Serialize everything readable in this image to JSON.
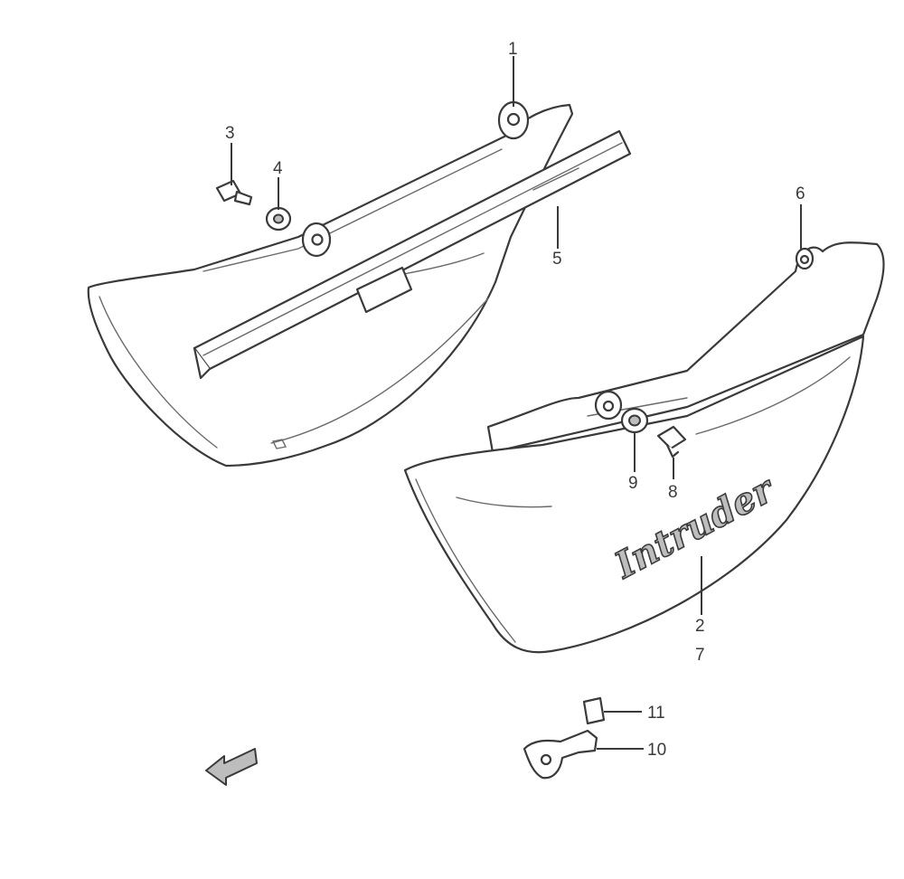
{
  "callouts": {
    "c1": "1",
    "c2": "2",
    "c3": "3",
    "c4": "4",
    "c5": "5",
    "c6": "6",
    "c7": "7",
    "c8": "8",
    "c9": "9",
    "c10": "10",
    "c11": "11"
  },
  "emblem": {
    "text": "Intruder",
    "icon": "model-emblem-logo"
  },
  "icons": {
    "direction_arrow": "arrow-left-fwd-icon"
  },
  "colors": {
    "line": "#3a3a3a",
    "fill": "#ffffff",
    "shade": "#bdbdbd"
  }
}
